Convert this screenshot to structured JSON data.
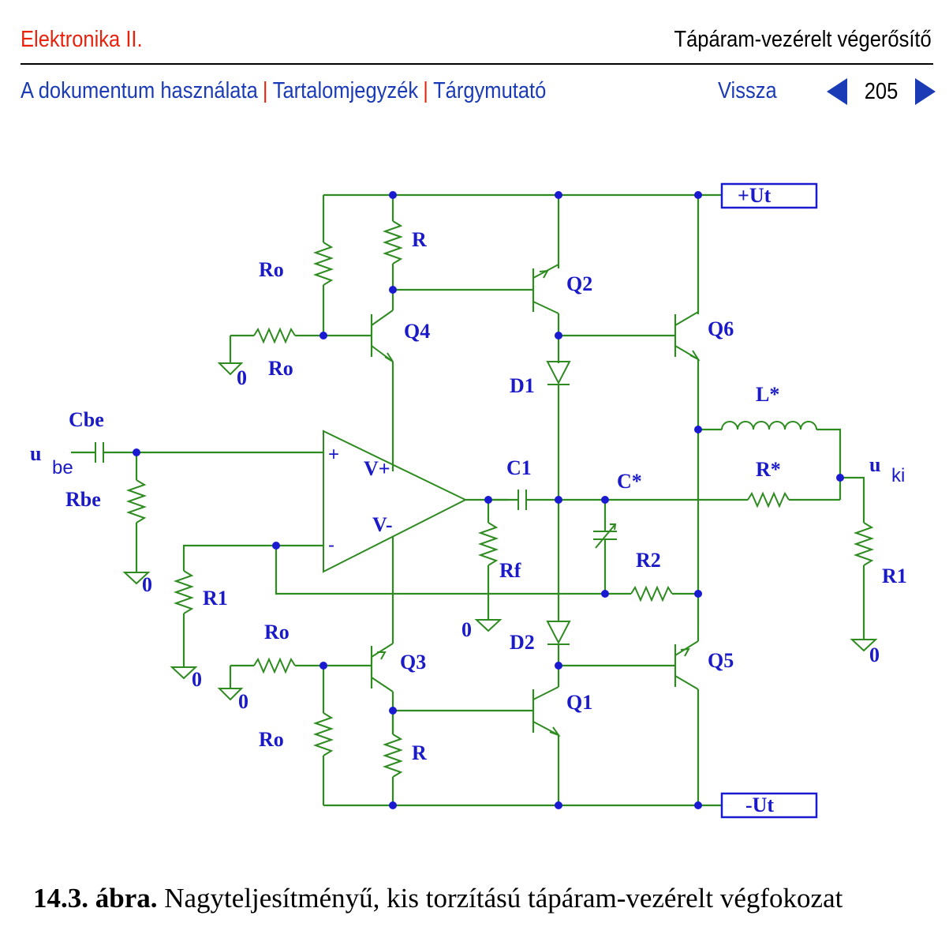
{
  "header": {
    "left_title": "Elektronika II.",
    "right_title": "Tápáram-vezérelt végerősítő"
  },
  "nav": {
    "links": [
      "A dokumentum használata",
      "Tartalomjegyzék",
      "Tárgymutató"
    ],
    "separator": "|",
    "back_label": "Vissza",
    "page_number": "205"
  },
  "schematic": {
    "labels": {
      "plus_ut": "+Ut",
      "minus_ut": "-Ut",
      "r_top": "R",
      "ro_top": "Ro",
      "q2": "Q2",
      "q4": "Q4",
      "q6": "Q6",
      "ro_q4": "Ro",
      "gnd": "0",
      "d1": "D1",
      "l_star": "L*",
      "cbe": "Cbe",
      "u_in": "u",
      "u_in_sub": "be",
      "u_out": "u",
      "u_out_sub": "ki",
      "v_plus": "V+",
      "c1": "C1",
      "c_star": "C*",
      "r_star": "R*",
      "rbe": "Rbe",
      "v_minus": "V-",
      "r1_left": "R1",
      "r1_right": "R1",
      "rf": "Rf",
      "r2": "R2",
      "d2": "D2",
      "q3": "Q3",
      "q5": "Q5",
      "q1": "Q1",
      "ro_q3": "Ro",
      "ro_bottom": "Ro",
      "r_bottom": "R",
      "opamp_plus": "+",
      "opamp_minus": "-"
    },
    "colors": {
      "wire": "#2e8b20",
      "node": "#1a1ad0",
      "label": "#1a1ac8",
      "box": "#1a1ad0"
    }
  },
  "caption": {
    "number": "14.3. ábra.",
    "text": "Nagyteljesítményű, kis torzítású tápáram-vezérelt végfokozat"
  }
}
